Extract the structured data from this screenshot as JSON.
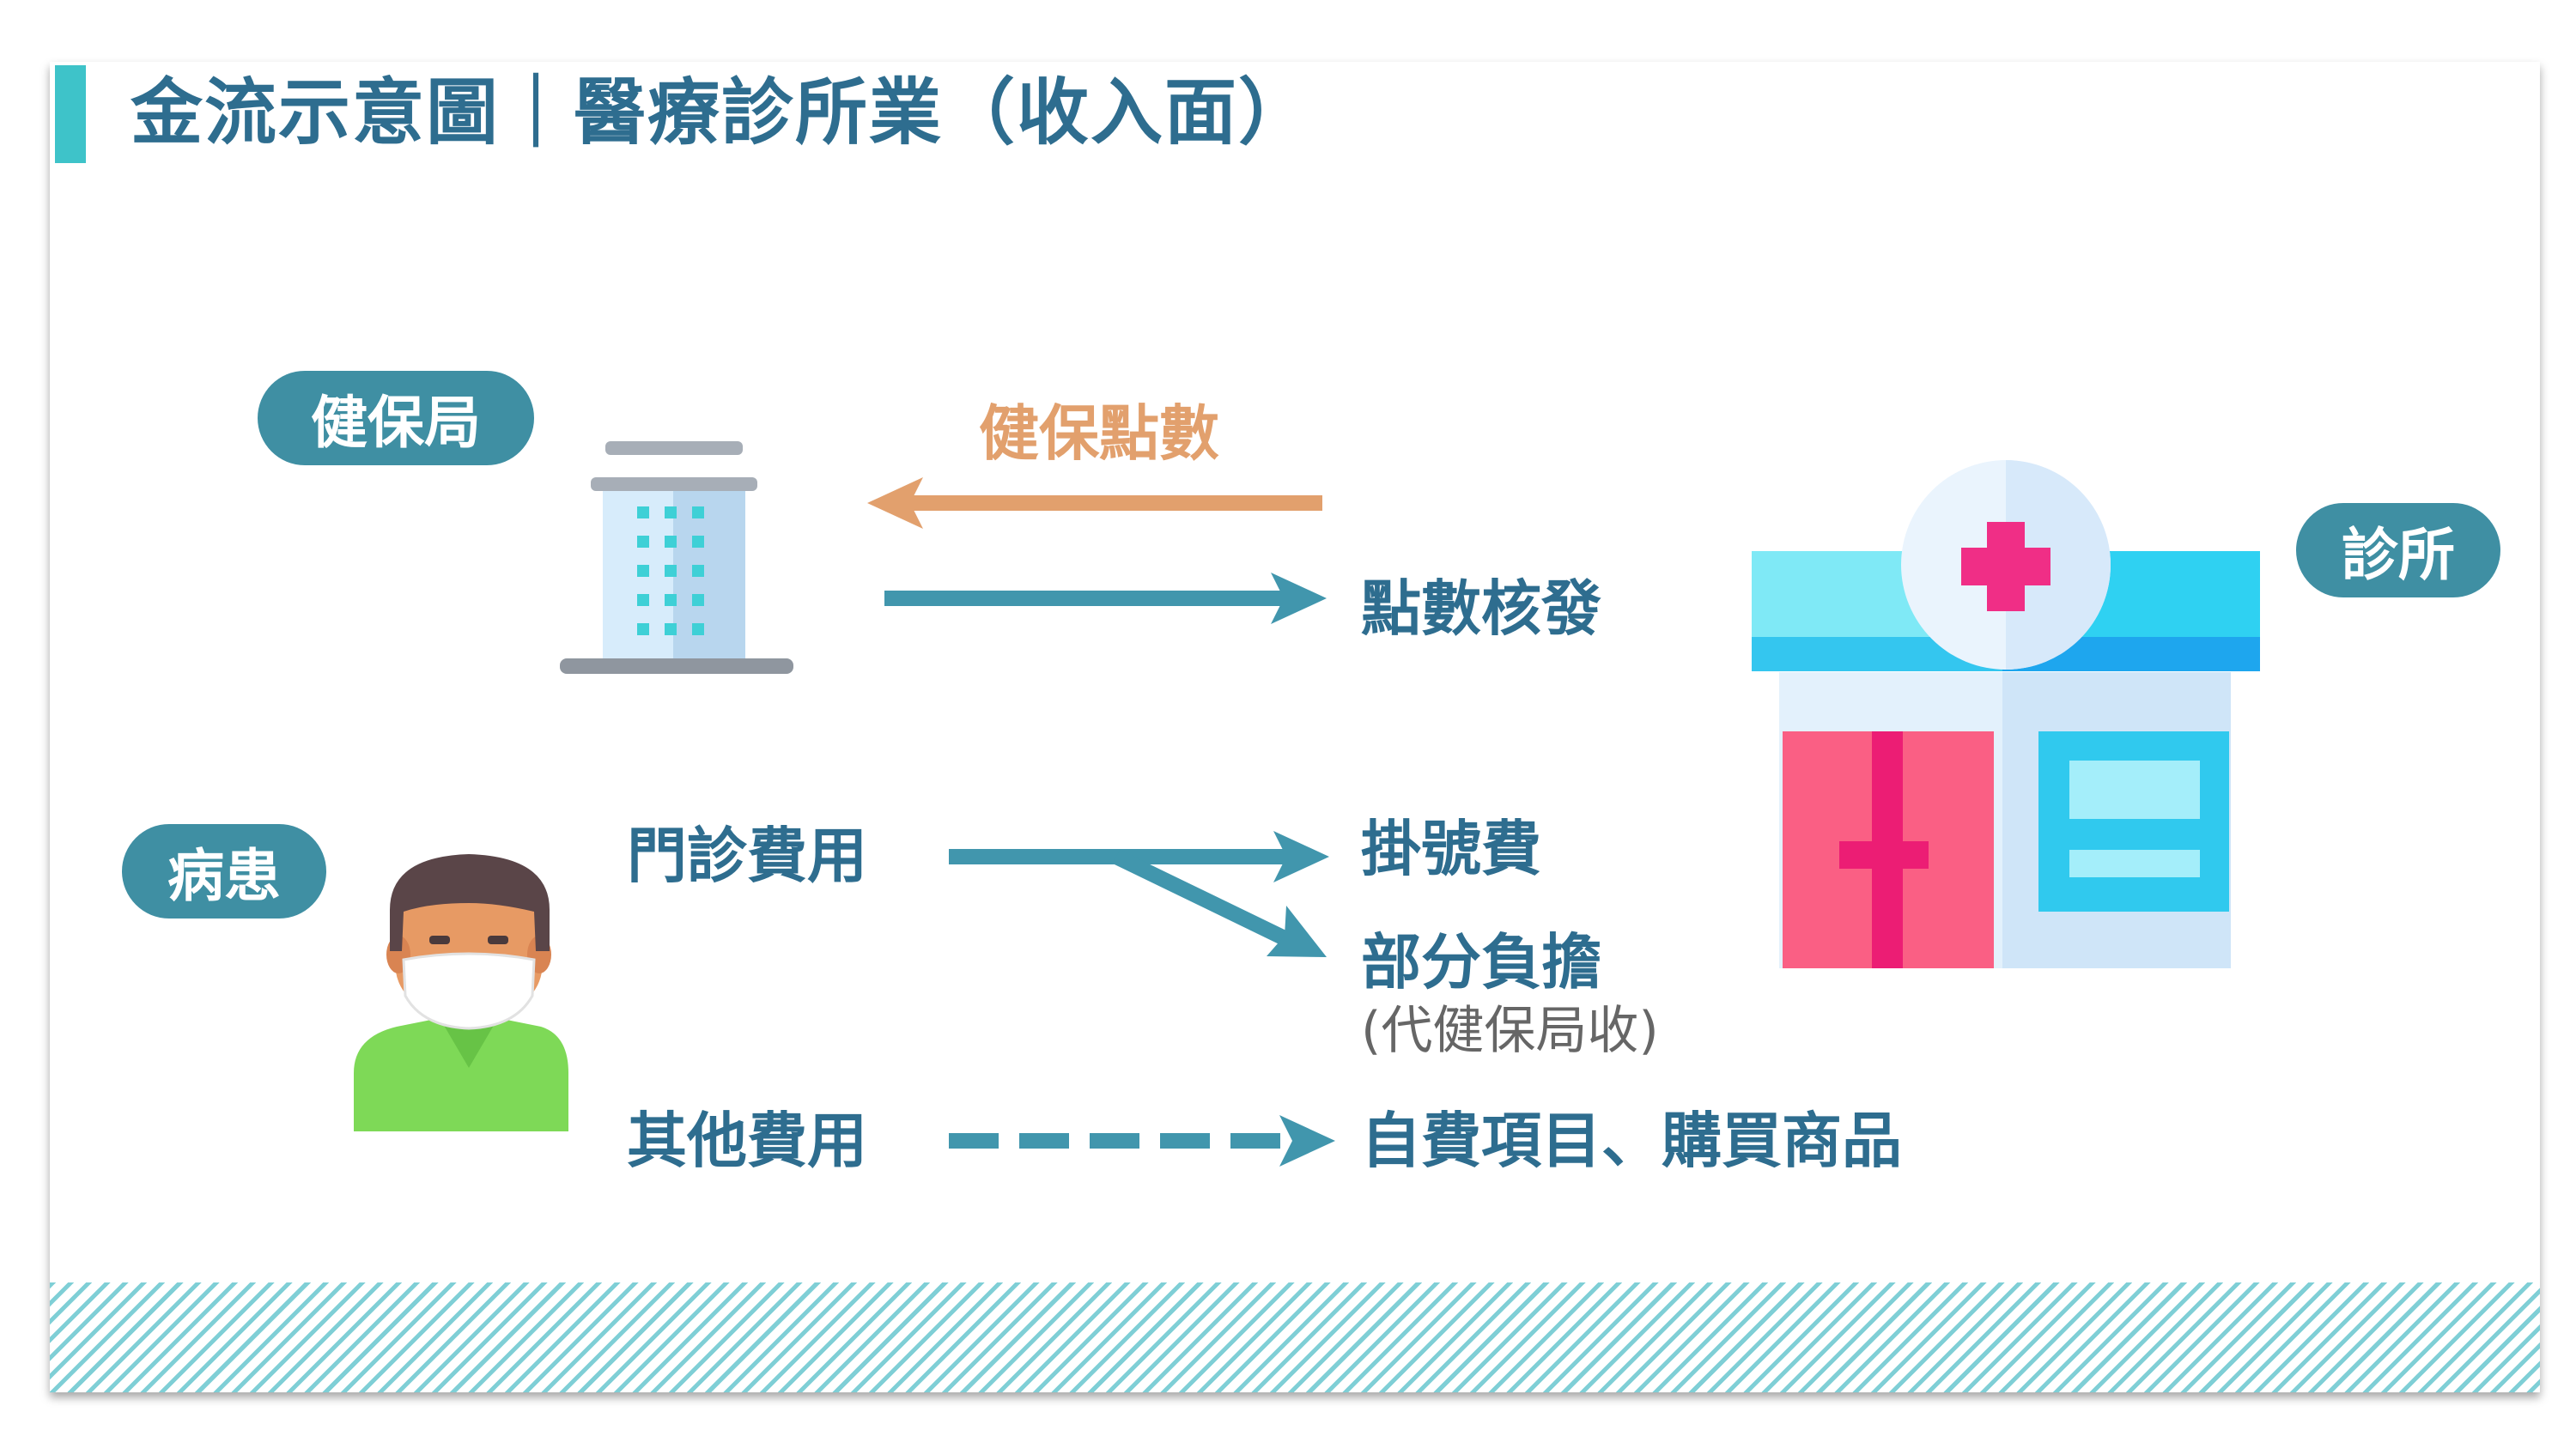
{
  "title": "金流示意圖｜醫療診所業（收入面）",
  "nodes": {
    "nhi": "健保局",
    "clinic": "診所",
    "patient": "病患"
  },
  "flows": {
    "nhi_points": "健保點數",
    "points_issued": "點數核發",
    "outpatient_fee": "門診費用",
    "registration_fee": "掛號費",
    "copayment": "部分負擔",
    "copayment_note": "(代健保局收)",
    "other_fee": "其他費用",
    "self_pay": "自費項目、購買商品"
  },
  "icons": [
    "office-building-icon",
    "clinic-building-icon",
    "masked-patient-icon"
  ],
  "colors": {
    "accent": "#3ec3c9",
    "pill": "#3f8fa3",
    "text_dark": "#2e6d8f",
    "arrow_blue": "#4196ad",
    "arrow_orange": "#e2a06d"
  }
}
